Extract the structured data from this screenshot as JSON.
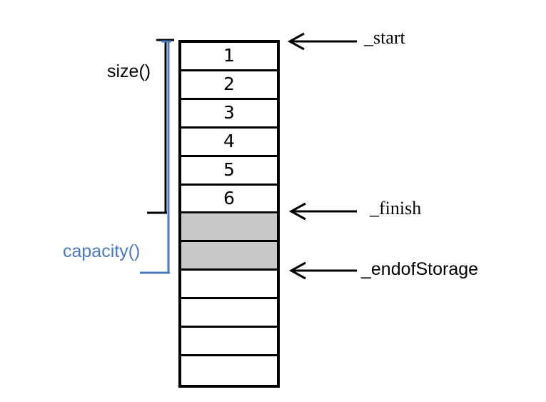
{
  "diagram": {
    "cells": [
      {
        "value": "1",
        "used": true,
        "reserved": false
      },
      {
        "value": "2",
        "used": true,
        "reserved": false
      },
      {
        "value": "3",
        "used": true,
        "reserved": false
      },
      {
        "value": "4",
        "used": true,
        "reserved": false
      },
      {
        "value": "5",
        "used": true,
        "reserved": false
      },
      {
        "value": "6",
        "used": true,
        "reserved": false
      },
      {
        "value": "",
        "used": false,
        "reserved": true
      },
      {
        "value": "",
        "used": false,
        "reserved": true
      },
      {
        "value": "",
        "used": false,
        "reserved": false
      },
      {
        "value": "",
        "used": false,
        "reserved": false
      },
      {
        "value": "",
        "used": false,
        "reserved": false
      },
      {
        "value": "",
        "used": false,
        "reserved": false
      }
    ],
    "size_label": "size()",
    "capacity_label": "capacity()",
    "pointers": {
      "start": "_start",
      "finish": "_finish",
      "end_of_storage": "_endofStorage"
    },
    "colors": {
      "outline": "#000000",
      "reserved_fill": "#c8c8c8",
      "capacity_accent": "#4b7bbd"
    }
  }
}
